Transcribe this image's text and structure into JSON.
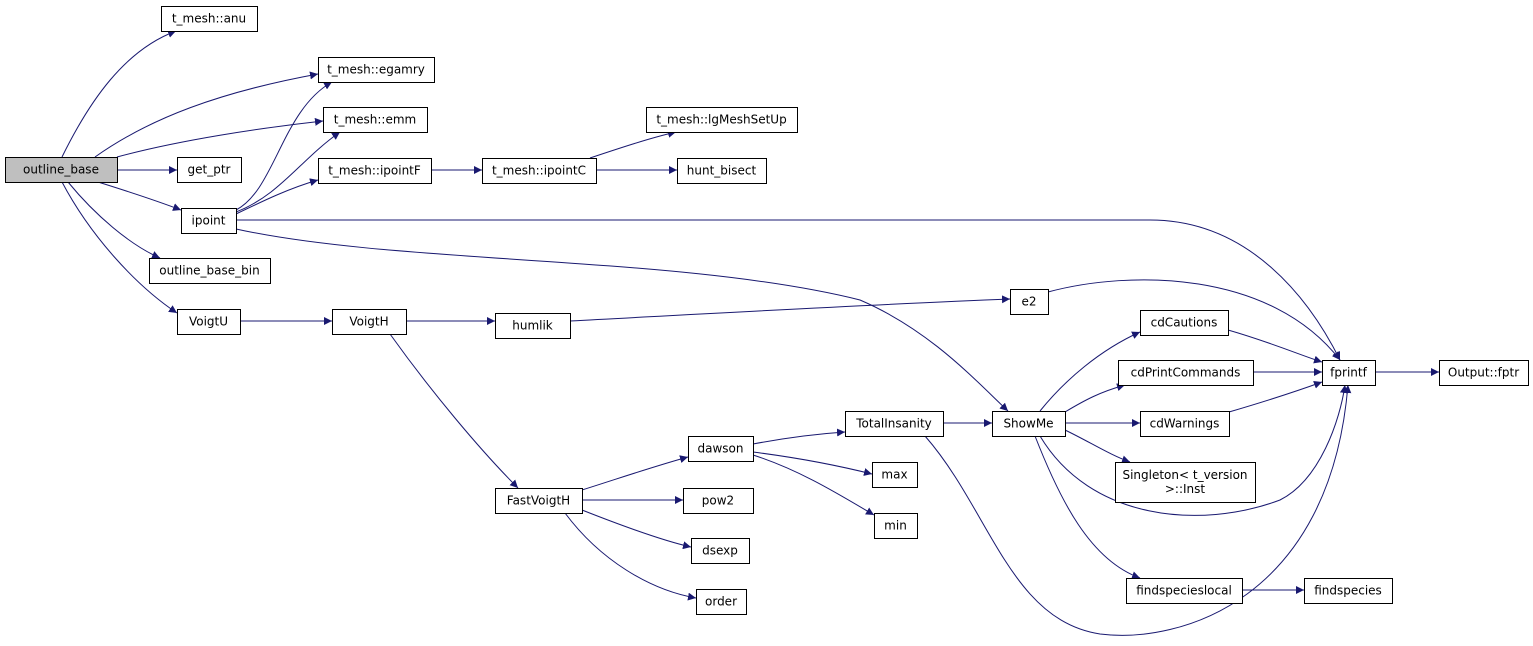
{
  "colors": {
    "edge": "#191970",
    "node_fill": "#ffffff",
    "root_fill": "#bfbfbf",
    "node_border": "#000000"
  },
  "nodes": [
    {
      "id": "outline_base",
      "label": "outline_base",
      "root": true
    },
    {
      "id": "anu",
      "label": "t_mesh::anu"
    },
    {
      "id": "egamry",
      "label": "t_mesh::egamry"
    },
    {
      "id": "emm",
      "label": "t_mesh::emm"
    },
    {
      "id": "get_ptr",
      "label": "get_ptr"
    },
    {
      "id": "ipoint",
      "label": "ipoint"
    },
    {
      "id": "outline_base_bin",
      "label": "outline_base_bin"
    },
    {
      "id": "VoigtU",
      "label": "VoigtU"
    },
    {
      "id": "ipointF",
      "label": "t_mesh::ipointF"
    },
    {
      "id": "VoigtH",
      "label": "VoigtH"
    },
    {
      "id": "ipointC",
      "label": "t_mesh::ipointC"
    },
    {
      "id": "lgMeshSetUp",
      "label": "t_mesh::lgMeshSetUp"
    },
    {
      "id": "hunt_bisect",
      "label": "hunt_bisect"
    },
    {
      "id": "humlik",
      "label": "humlik"
    },
    {
      "id": "e2",
      "label": "e2"
    },
    {
      "id": "FastVoigtH",
      "label": "FastVoigtH"
    },
    {
      "id": "dawson",
      "label": "dawson"
    },
    {
      "id": "pow2",
      "label": "pow2"
    },
    {
      "id": "dsexp",
      "label": "dsexp"
    },
    {
      "id": "order",
      "label": "order"
    },
    {
      "id": "TotalInsanity",
      "label": "TotalInsanity"
    },
    {
      "id": "max",
      "label": "max"
    },
    {
      "id": "min",
      "label": "min"
    },
    {
      "id": "ShowMe",
      "label": "ShowMe"
    },
    {
      "id": "cdCautions",
      "label": "cdCautions"
    },
    {
      "id": "cdPrintCommands",
      "label": "cdPrintCommands"
    },
    {
      "id": "cdWarnings",
      "label": "cdWarnings"
    },
    {
      "id": "singleton",
      "label": [
        "Singleton< t_version",
        ">::Inst"
      ]
    },
    {
      "id": "findspecieslocal",
      "label": "findspecieslocal"
    },
    {
      "id": "findspecies",
      "label": "findspecies"
    },
    {
      "id": "fprintf",
      "label": "fprintf"
    },
    {
      "id": "fptr",
      "label": "Output::fptr"
    }
  ],
  "edges": [
    [
      "outline_base",
      "anu"
    ],
    [
      "outline_base",
      "egamry"
    ],
    [
      "outline_base",
      "emm"
    ],
    [
      "outline_base",
      "get_ptr"
    ],
    [
      "outline_base",
      "ipoint"
    ],
    [
      "outline_base",
      "outline_base_bin"
    ],
    [
      "outline_base",
      "VoigtU"
    ],
    [
      "ipoint",
      "egamry"
    ],
    [
      "ipoint",
      "emm"
    ],
    [
      "ipoint",
      "ipointF"
    ],
    [
      "ipoint",
      "fprintf"
    ],
    [
      "ipoint",
      "ShowMe"
    ],
    [
      "ipointF",
      "ipointC"
    ],
    [
      "ipointC",
      "lgMeshSetUp"
    ],
    [
      "ipointC",
      "hunt_bisect"
    ],
    [
      "VoigtU",
      "VoigtH"
    ],
    [
      "VoigtH",
      "humlik"
    ],
    [
      "VoigtH",
      "FastVoigtH"
    ],
    [
      "humlik",
      "e2"
    ],
    [
      "e2",
      "fprintf"
    ],
    [
      "FastVoigtH",
      "dawson"
    ],
    [
      "FastVoigtH",
      "pow2"
    ],
    [
      "FastVoigtH",
      "dsexp"
    ],
    [
      "FastVoigtH",
      "order"
    ],
    [
      "dawson",
      "TotalInsanity"
    ],
    [
      "dawson",
      "max"
    ],
    [
      "dawson",
      "min"
    ],
    [
      "TotalInsanity",
      "ShowMe"
    ],
    [
      "TotalInsanity",
      "fprintf"
    ],
    [
      "ShowMe",
      "cdCautions"
    ],
    [
      "ShowMe",
      "cdPrintCommands"
    ],
    [
      "ShowMe",
      "cdWarnings"
    ],
    [
      "ShowMe",
      "singleton"
    ],
    [
      "ShowMe",
      "findspecieslocal"
    ],
    [
      "ShowMe",
      "fprintf"
    ],
    [
      "cdCautions",
      "fprintf"
    ],
    [
      "cdPrintCommands",
      "fprintf"
    ],
    [
      "cdWarnings",
      "fprintf"
    ],
    [
      "findspecieslocal",
      "findspecies"
    ],
    [
      "fprintf",
      "fptr"
    ]
  ]
}
